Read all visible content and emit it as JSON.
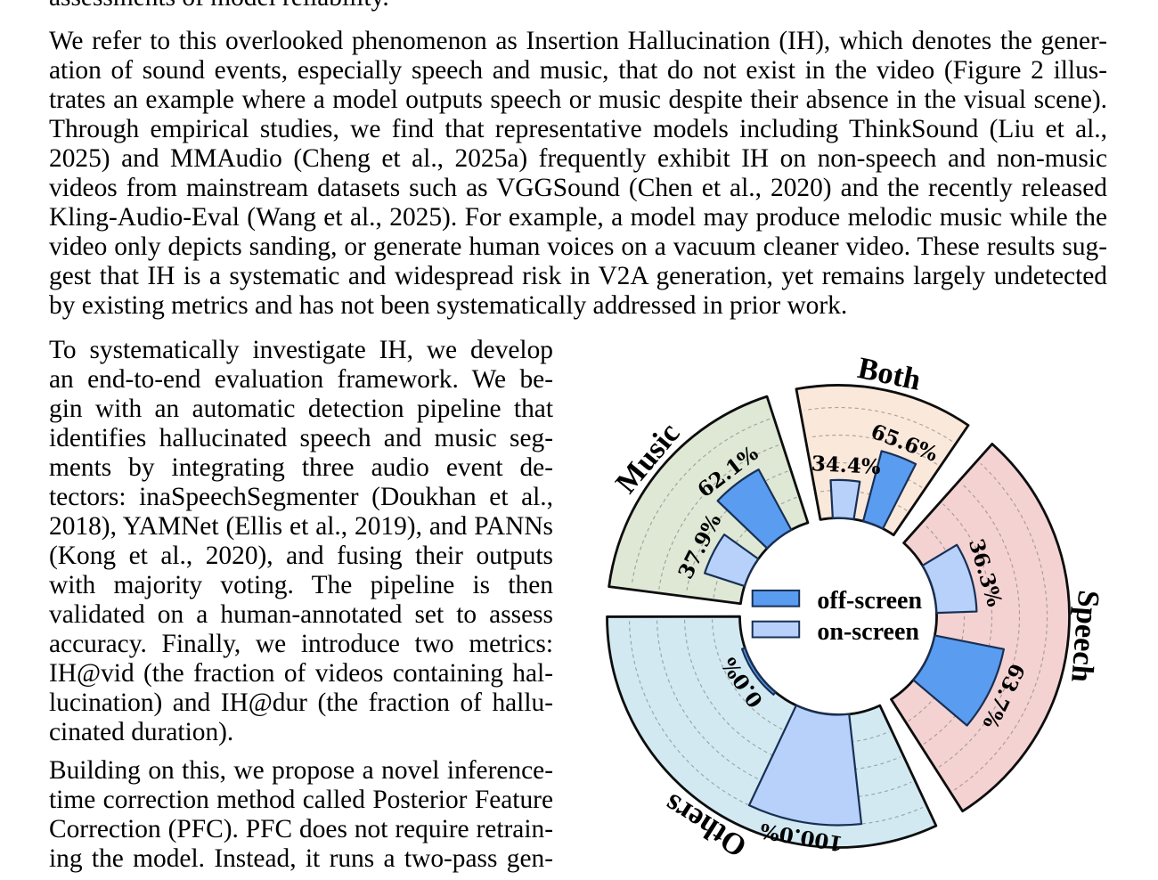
{
  "document": {
    "partial_top_line": "assessments of model reliability.",
    "paragraphs": [
      {
        "lines": [
          "We refer to this overlooked phenomenon as Insertion Hallucination (IH), which denotes the gener-",
          "ation of sound events, especially speech and music, that do not exist in the video (Figure 2 illus-",
          "trates an example where a model outputs speech or music despite their absence in the visual scene).",
          "Through empirical studies, we find that representative models including ThinkSound (Liu et al.,",
          "2025) and MMAudio (Cheng et al., 2025a) frequently exhibit IH on non-speech and non-music",
          "videos from mainstream datasets such as VGGSound (Chen et al., 2020) and the recently released",
          "Kling-Audio-Eval (Wang et al., 2025). For example, a model may produce melodic music while the",
          "video only depicts sanding, or generate human voices on a vacuum cleaner video. These results sug-",
          "gest that IH is a systematic and widespread risk in V2A generation, yet remains largely undetected",
          "by existing metrics and has not been systematically addressed in prior work."
        ]
      },
      {
        "lines": [
          "To systematically investigate IH, we develop",
          "an end-to-end evaluation framework.  We be-",
          "gin with an automatic detection pipeline that",
          "identifies hallucinated speech and music seg-",
          "ments by integrating three audio event de-",
          "tectors:  inaSpeechSegmenter (Doukhan et al.,",
          "2018), YAMNet (Ellis et al., 2019), and PANNs",
          "(Kong et al., 2020), and fusing their outputs",
          "with majority voting.   The pipeline is then",
          "validated on a human-annotated set to assess",
          "accuracy.  Finally, we introduce two metrics:",
          "IH@vid (the fraction of videos containing hal-",
          "lucination) and IH@dur (the fraction of hallu-",
          "cinated duration)."
        ]
      },
      {
        "lines": [
          "Building on this, we propose a novel inference-",
          "time correction method called Posterior Feature",
          "Correction (PFC). PFC does not require retrain-",
          "ing the model.  Instead, it runs a two-pass gen-"
        ]
      }
    ]
  },
  "chart_data": {
    "type": "polar_bar",
    "series": [
      {
        "name": "off-screen",
        "color": "#5A9CF0"
      },
      {
        "name": "on-screen",
        "color": "#B7D1FA"
      }
    ],
    "categories": [
      {
        "label": "Both",
        "start_deg": 55.75,
        "end_deg": 100.45,
        "wedge_color": "#FAE8DB",
        "bars": [
          {
            "series": "off-screen",
            "value": 65.6,
            "label": "65.6%"
          },
          {
            "series": "on-screen",
            "value": 34.4,
            "label": "34.4%"
          }
        ]
      },
      {
        "label": "Music",
        "start_deg": 107.95,
        "end_deg": 172.6,
        "wedge_color": "#DEE8D5",
        "bars": [
          {
            "series": "off-screen",
            "value": 62.1,
            "label": "62.1%"
          },
          {
            "series": "on-screen",
            "value": 37.9,
            "label": "37.9%"
          }
        ]
      },
      {
        "label": "Others",
        "start_deg": 180.1,
        "end_deg": 295.05,
        "wedge_color": "#D2E9F2",
        "bars": [
          {
            "series": "off-screen",
            "value": 0.0,
            "label": "0.0%"
          },
          {
            "series": "on-screen",
            "value": 100.0,
            "label": "100.0%"
          }
        ]
      },
      {
        "label": "Speech",
        "start_deg": 302.55,
        "end_deg": 408.25,
        "wedge_color": "#F4D2D2",
        "bars": [
          {
            "series": "off-screen",
            "value": 63.7,
            "label": "63.7%"
          },
          {
            "series": "on-screen",
            "value": 36.3,
            "label": "36.3%"
          }
        ]
      }
    ],
    "radial_ticks_pct": [
      25,
      50,
      75,
      100
    ],
    "legend": [
      {
        "label": "off-screen",
        "color": "#5A9CF0"
      },
      {
        "label": "on-screen",
        "color": "#B7D1FA"
      }
    ],
    "outline_color": "#0d0d0d",
    "bar_outline_color": "#183055",
    "gridline_color": "#808080"
  }
}
